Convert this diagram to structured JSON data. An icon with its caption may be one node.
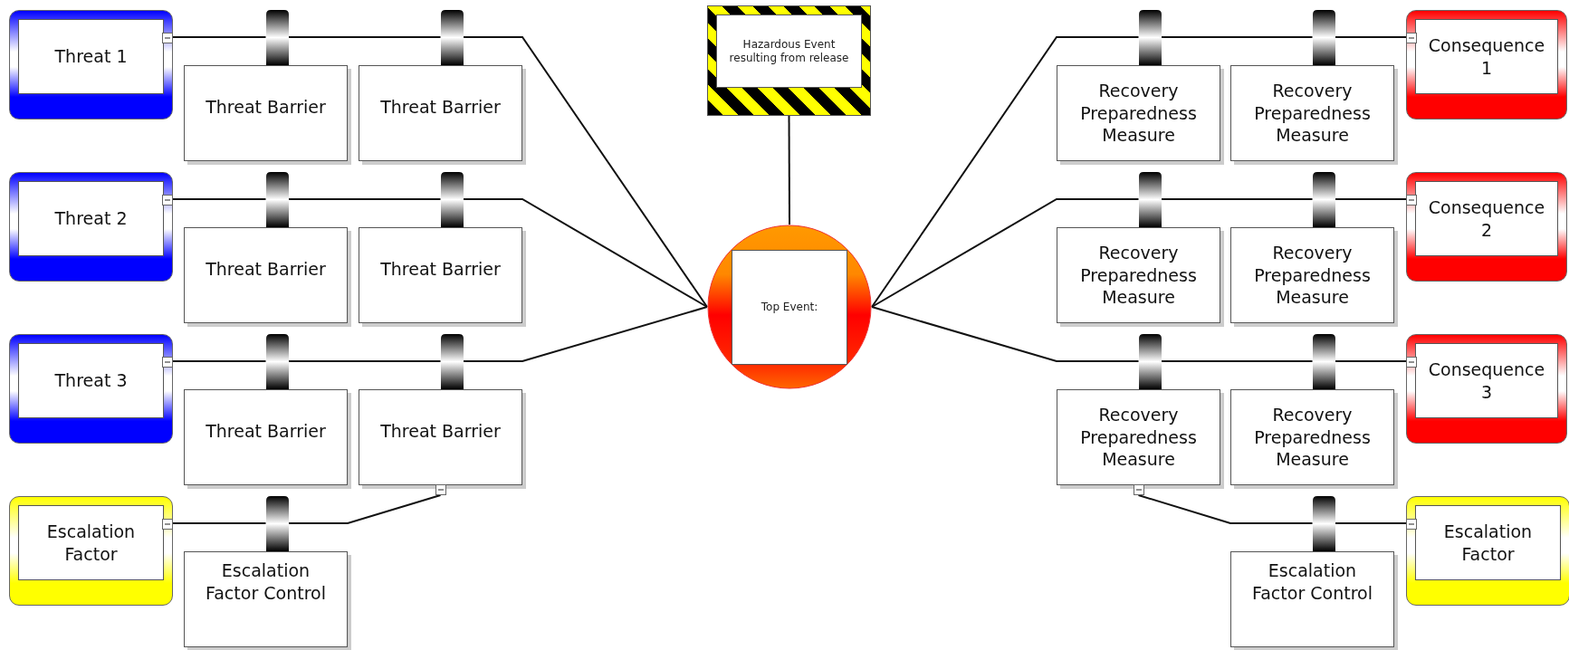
{
  "diagram": {
    "nodes": [
      {
        "text": [
          "Threat 1"
        ]
      },
      {
        "text": [
          "Threat Barrier"
        ]
      },
      {
        "text": [
          "Threat Barrier"
        ]
      },
      {
        "text": [
          "Hazardous Event resulting from release"
        ]
      },
      {
        "text": [
          "Recovery Preparedness Measure"
        ]
      },
      {
        "text": [
          "Recovery Preparedness Measure"
        ]
      },
      {
        "text": [
          "Consequence 1"
        ]
      },
      {
        "text": [
          "Threat 2"
        ]
      },
      {
        "text": [
          "Threat Barrier"
        ]
      },
      {
        "text": [
          "Threat Barrier"
        ]
      },
      {
        "text": [
          "Top Event:"
        ]
      },
      {
        "text": [
          "Recovery Preparedness Measure"
        ]
      },
      {
        "text": [
          "Recovery Preparedness Measure"
        ]
      },
      {
        "text": [
          "Consequence 2"
        ]
      },
      {
        "text": [
          "Threat 3"
        ]
      },
      {
        "text": [
          "Threat Barrier"
        ]
      },
      {
        "text": [
          "Threat Barrier"
        ]
      },
      {
        "text": [
          "Recovery Preparedness Measure"
        ]
      },
      {
        "text": [
          "Recovery Preparedness Measure"
        ]
      },
      {
        "text": [
          "Consequence 3"
        ]
      },
      {
        "text": [
          "Escalation Factor"
        ]
      },
      {
        "text": [
          "Escalation Factor Control"
        ]
      },
      {
        "text": [
          "Escalation Factor Control"
        ]
      },
      {
        "text": [
          "Escalation Factor"
        ]
      }
    ],
    "edges": [
      {
        "from": 0,
        "to": 1,
        "arrow": "none"
      },
      {
        "from": 1,
        "to": 2,
        "arrow": "none"
      },
      {
        "from": 2,
        "to": 10,
        "arrow": "none"
      },
      {
        "from": 10,
        "to": 4,
        "arrow": "none"
      },
      {
        "from": 4,
        "to": 5,
        "arrow": "none"
      },
      {
        "from": 5,
        "to": 6,
        "arrow": "none"
      },
      {
        "from": 3,
        "to": 10,
        "arrow": "none"
      },
      {
        "from": 7,
        "to": 8,
        "arrow": "none"
      },
      {
        "from": 8,
        "to": 9,
        "arrow": "none"
      },
      {
        "from": 9,
        "to": 10,
        "arrow": "none"
      },
      {
        "from": 10,
        "to": 11,
        "arrow": "none"
      },
      {
        "from": 11,
        "to": 12,
        "arrow": "none"
      },
      {
        "from": 12,
        "to": 13,
        "arrow": "none"
      },
      {
        "from": 14,
        "to": 15,
        "arrow": "none"
      },
      {
        "from": 15,
        "to": 16,
        "arrow": "none"
      },
      {
        "from": 16,
        "to": 10,
        "arrow": "none"
      },
      {
        "from": 10,
        "to": 17,
        "arrow": "none"
      },
      {
        "from": 17,
        "to": 18,
        "arrow": "none"
      },
      {
        "from": 18,
        "to": 19,
        "arrow": "none"
      },
      {
        "from": 20,
        "to": 21,
        "arrow": "none"
      },
      {
        "from": 21,
        "to": 16,
        "arrow": "none"
      },
      {
        "from": 23,
        "to": 22,
        "arrow": "none"
      },
      {
        "from": 22,
        "to": 17,
        "arrow": "none"
      }
    ]
  }
}
